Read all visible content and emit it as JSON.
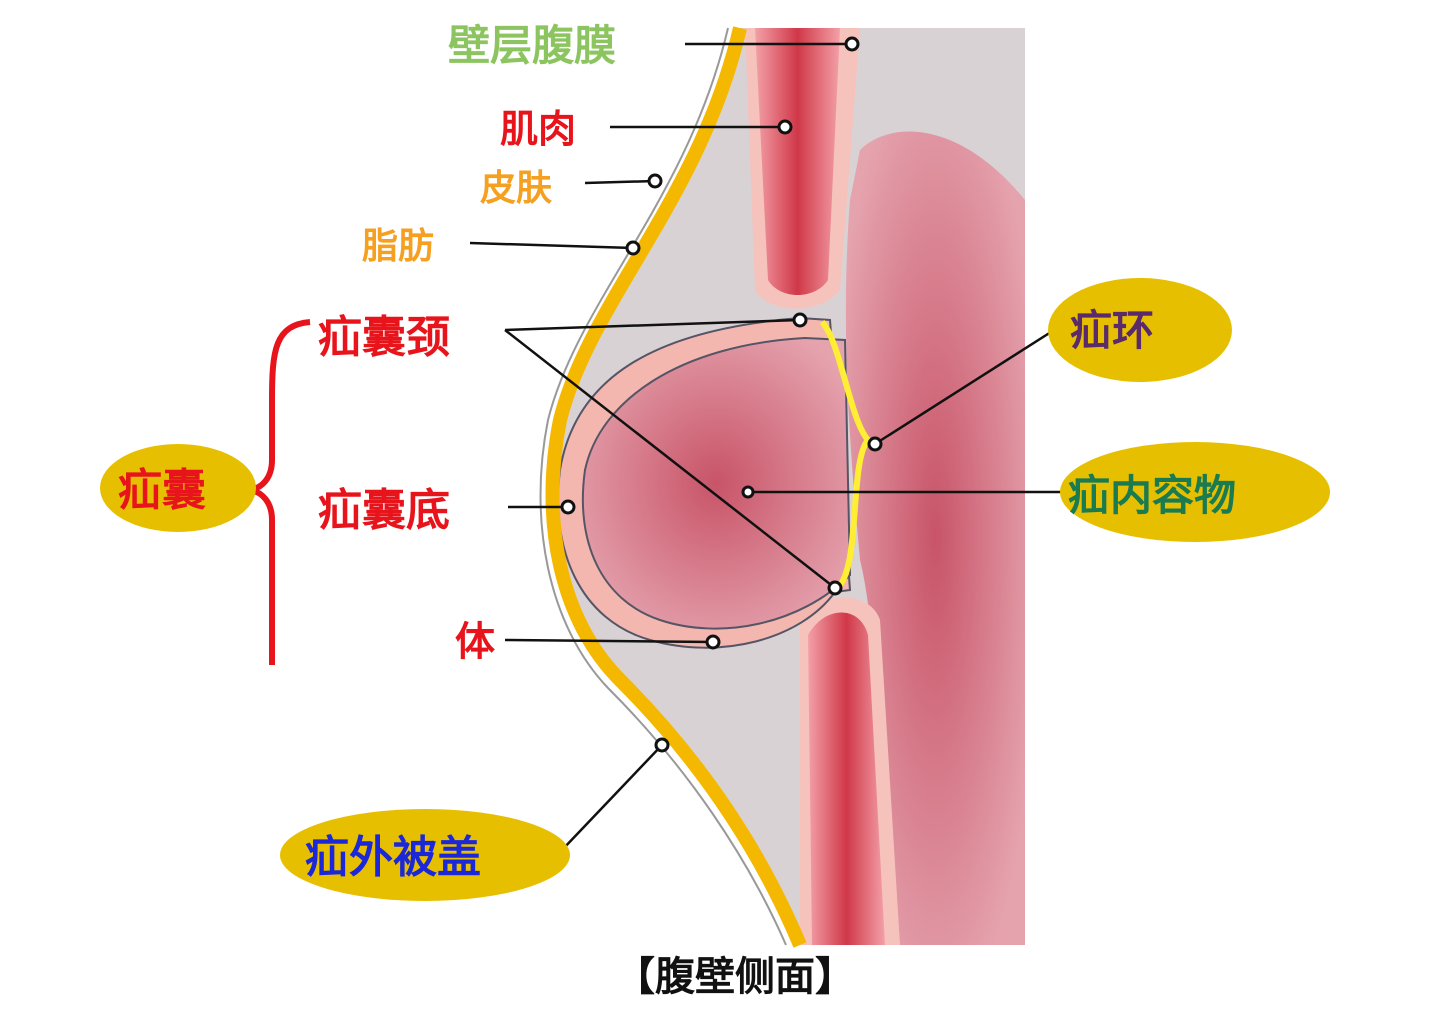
{
  "title": "【腹壁侧面】",
  "labels": {
    "parietal_peritoneum": "壁层腹膜",
    "muscle": "肌肉",
    "skin": "皮肤",
    "fat": "脂肪",
    "sac_neck": "疝囊颈",
    "hernia_sac": "疝囊",
    "sac_fundus": "疝囊底",
    "sac_body": "体",
    "hernia_ring": "疝环",
    "hernia_contents": "疝内容物",
    "hernia_coverings": "疝外被盖"
  },
  "colors": {
    "skin": "#f5b800",
    "muscle": "#e0505e",
    "intestine": "#dc8a98",
    "sac": "#f3b7b0",
    "subcutaneous": "#d9d2d4",
    "ring": "#ffee33",
    "label_red": "#e8141c",
    "label_orange": "#f5a020",
    "label_green": "#8cc560",
    "label_purple": "#5a2a6a",
    "label_teal": "#1a7a50",
    "label_blue": "#1c28d8",
    "bubble": "#e6c000"
  }
}
